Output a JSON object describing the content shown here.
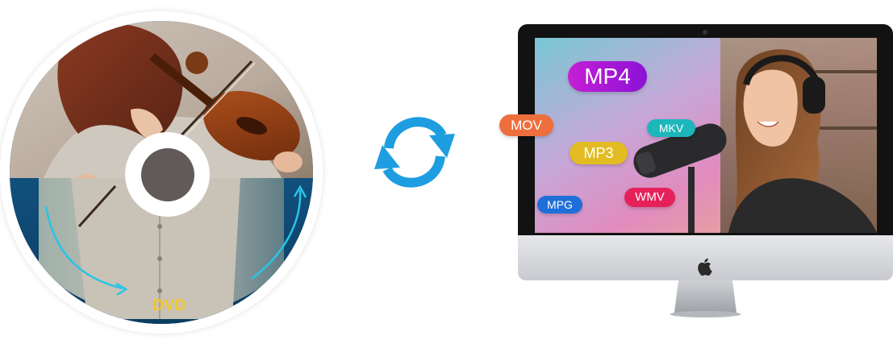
{
  "disc": {
    "label": "DVD",
    "label_color": "#f1c62a",
    "band_color": "#0c3f66",
    "hub_color": "#615a59"
  },
  "convert": {
    "icon": "sync-icon",
    "color": "#1e9ee0"
  },
  "computer": {
    "icon": "apple-icon",
    "formats": [
      {
        "label": "MP4",
        "color": "#b11bd6"
      },
      {
        "label": "MOV",
        "color": "#ee6f3d"
      },
      {
        "label": "MKV",
        "color": "#1cb6bb"
      },
      {
        "label": "MP3",
        "color": "#e2bc22"
      },
      {
        "label": "MPG",
        "color": "#1f6fd8"
      },
      {
        "label": "WMV",
        "color": "#e6215a"
      }
    ]
  }
}
